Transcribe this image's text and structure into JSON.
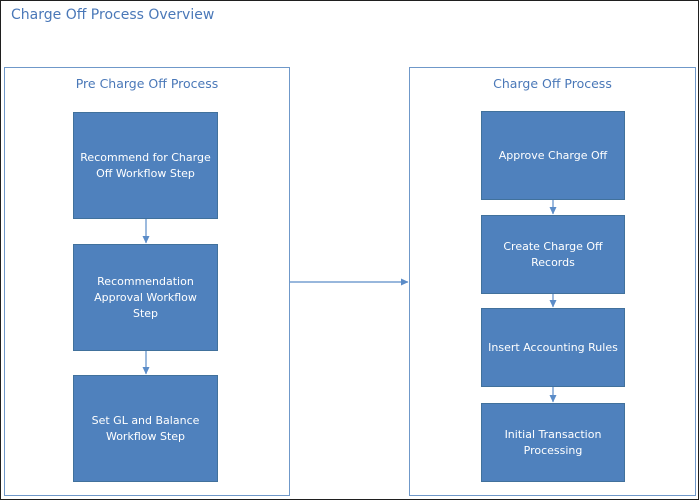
{
  "title": "Charge Off Process Overview",
  "groups": {
    "pre": {
      "label": "Pre Charge Off Process",
      "steps": [
        "Recommend for Charge\nOff Workflow Step",
        "Recommendation\nApproval Workflow Step",
        "Set GL and Balance\nWorkflow Step"
      ]
    },
    "main": {
      "label": "Charge Off Process",
      "steps": [
        "Approve Charge Off",
        "Create Charge Off\nRecords",
        "Insert Accounting Rules",
        "Initial Transaction\nProcessing"
      ]
    }
  },
  "colors": {
    "box_fill": "#4f81bd",
    "box_border": "#41719c",
    "connector": "#5b8cc8",
    "title_text": "#4a78b8"
  }
}
